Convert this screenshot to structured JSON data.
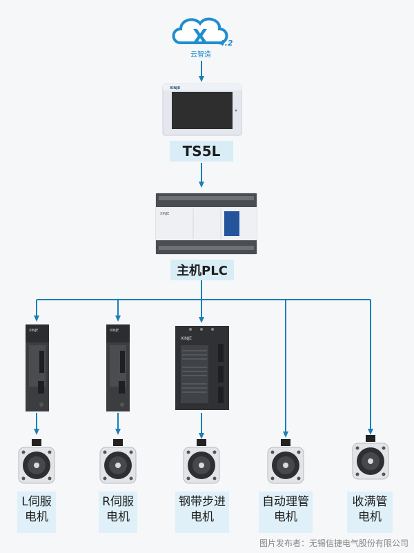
{
  "cloud": {
    "logo_text": "X",
    "version": "4.2",
    "name": "云智造"
  },
  "hmi": {
    "brand": "XINJE",
    "label": "TS5L"
  },
  "plc": {
    "brand": "XINJE",
    "label": "主机PLC"
  },
  "drivers": {
    "servo_brand": "XINJE",
    "stepper_brand": "XINJE"
  },
  "motors": [
    {
      "line1": "L伺服",
      "line2": "电机"
    },
    {
      "line1": "R伺服",
      "line2": "电机"
    },
    {
      "line1": "钢带步进",
      "line2": "电机"
    },
    {
      "line1": "自动理管",
      "line2": "电机"
    },
    {
      "line1": "收满管",
      "line2": "电机"
    }
  ],
  "footer": "图片发布者：无锡信捷电气股份有限公司",
  "colors": {
    "connector": "#1a7fb5",
    "label_bg": "#d9edf7",
    "motor_label_bg": "#dff0f8"
  }
}
